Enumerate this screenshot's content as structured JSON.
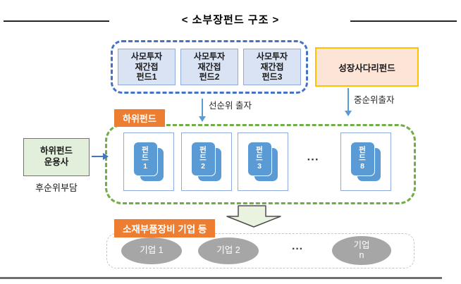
{
  "header": {
    "title": "< 소부장펀드 구조 >"
  },
  "top": {
    "private_funds": [
      {
        "line1": "사모투자",
        "line2": "재간접",
        "line3": "펀드1"
      },
      {
        "line1": "사모투자",
        "line2": "재간접",
        "line3": "펀드2"
      },
      {
        "line1": "사모투자",
        "line2": "재간접",
        "line3": "펀드3"
      }
    ],
    "growth_ladder_fund": "성장사다리펀드"
  },
  "arrows": {
    "senior_label": "선순위 출자",
    "mezzanine_label": "중순위출자"
  },
  "subfund": {
    "section_label": "하위펀드",
    "items": [
      {
        "c1": "펀",
        "c2": "드",
        "c3": "1"
      },
      {
        "c1": "펀",
        "c2": "드",
        "c3": "2"
      },
      {
        "c1": "펀",
        "c2": "드",
        "c3": "3"
      },
      {
        "c1": "펀",
        "c2": "드",
        "c3": "8"
      }
    ],
    "ellipsis": "···"
  },
  "manager": {
    "line1": "하위펀드",
    "line2": "운용사",
    "note": "후순위부담"
  },
  "companies": {
    "section_label": "소재부품장비 기업 등",
    "items": [
      "기업 1",
      "기업 2"
    ],
    "ellipsis": "···",
    "last_line1": "기업",
    "last_line2": "n"
  },
  "colors": {
    "orange_label": "#ed7d31",
    "blue_dashed_border": "#4472c4",
    "green_dashed_border": "#70ad47",
    "fund_icon_blue": "#5b9bd5",
    "gold_border": "#ffc000",
    "peach_fill": "#fce4d6",
    "light_blue_fill": "#dae3f3",
    "light_green_fill": "#e2efda",
    "gray_ellipse": "#a6a6a6"
  }
}
